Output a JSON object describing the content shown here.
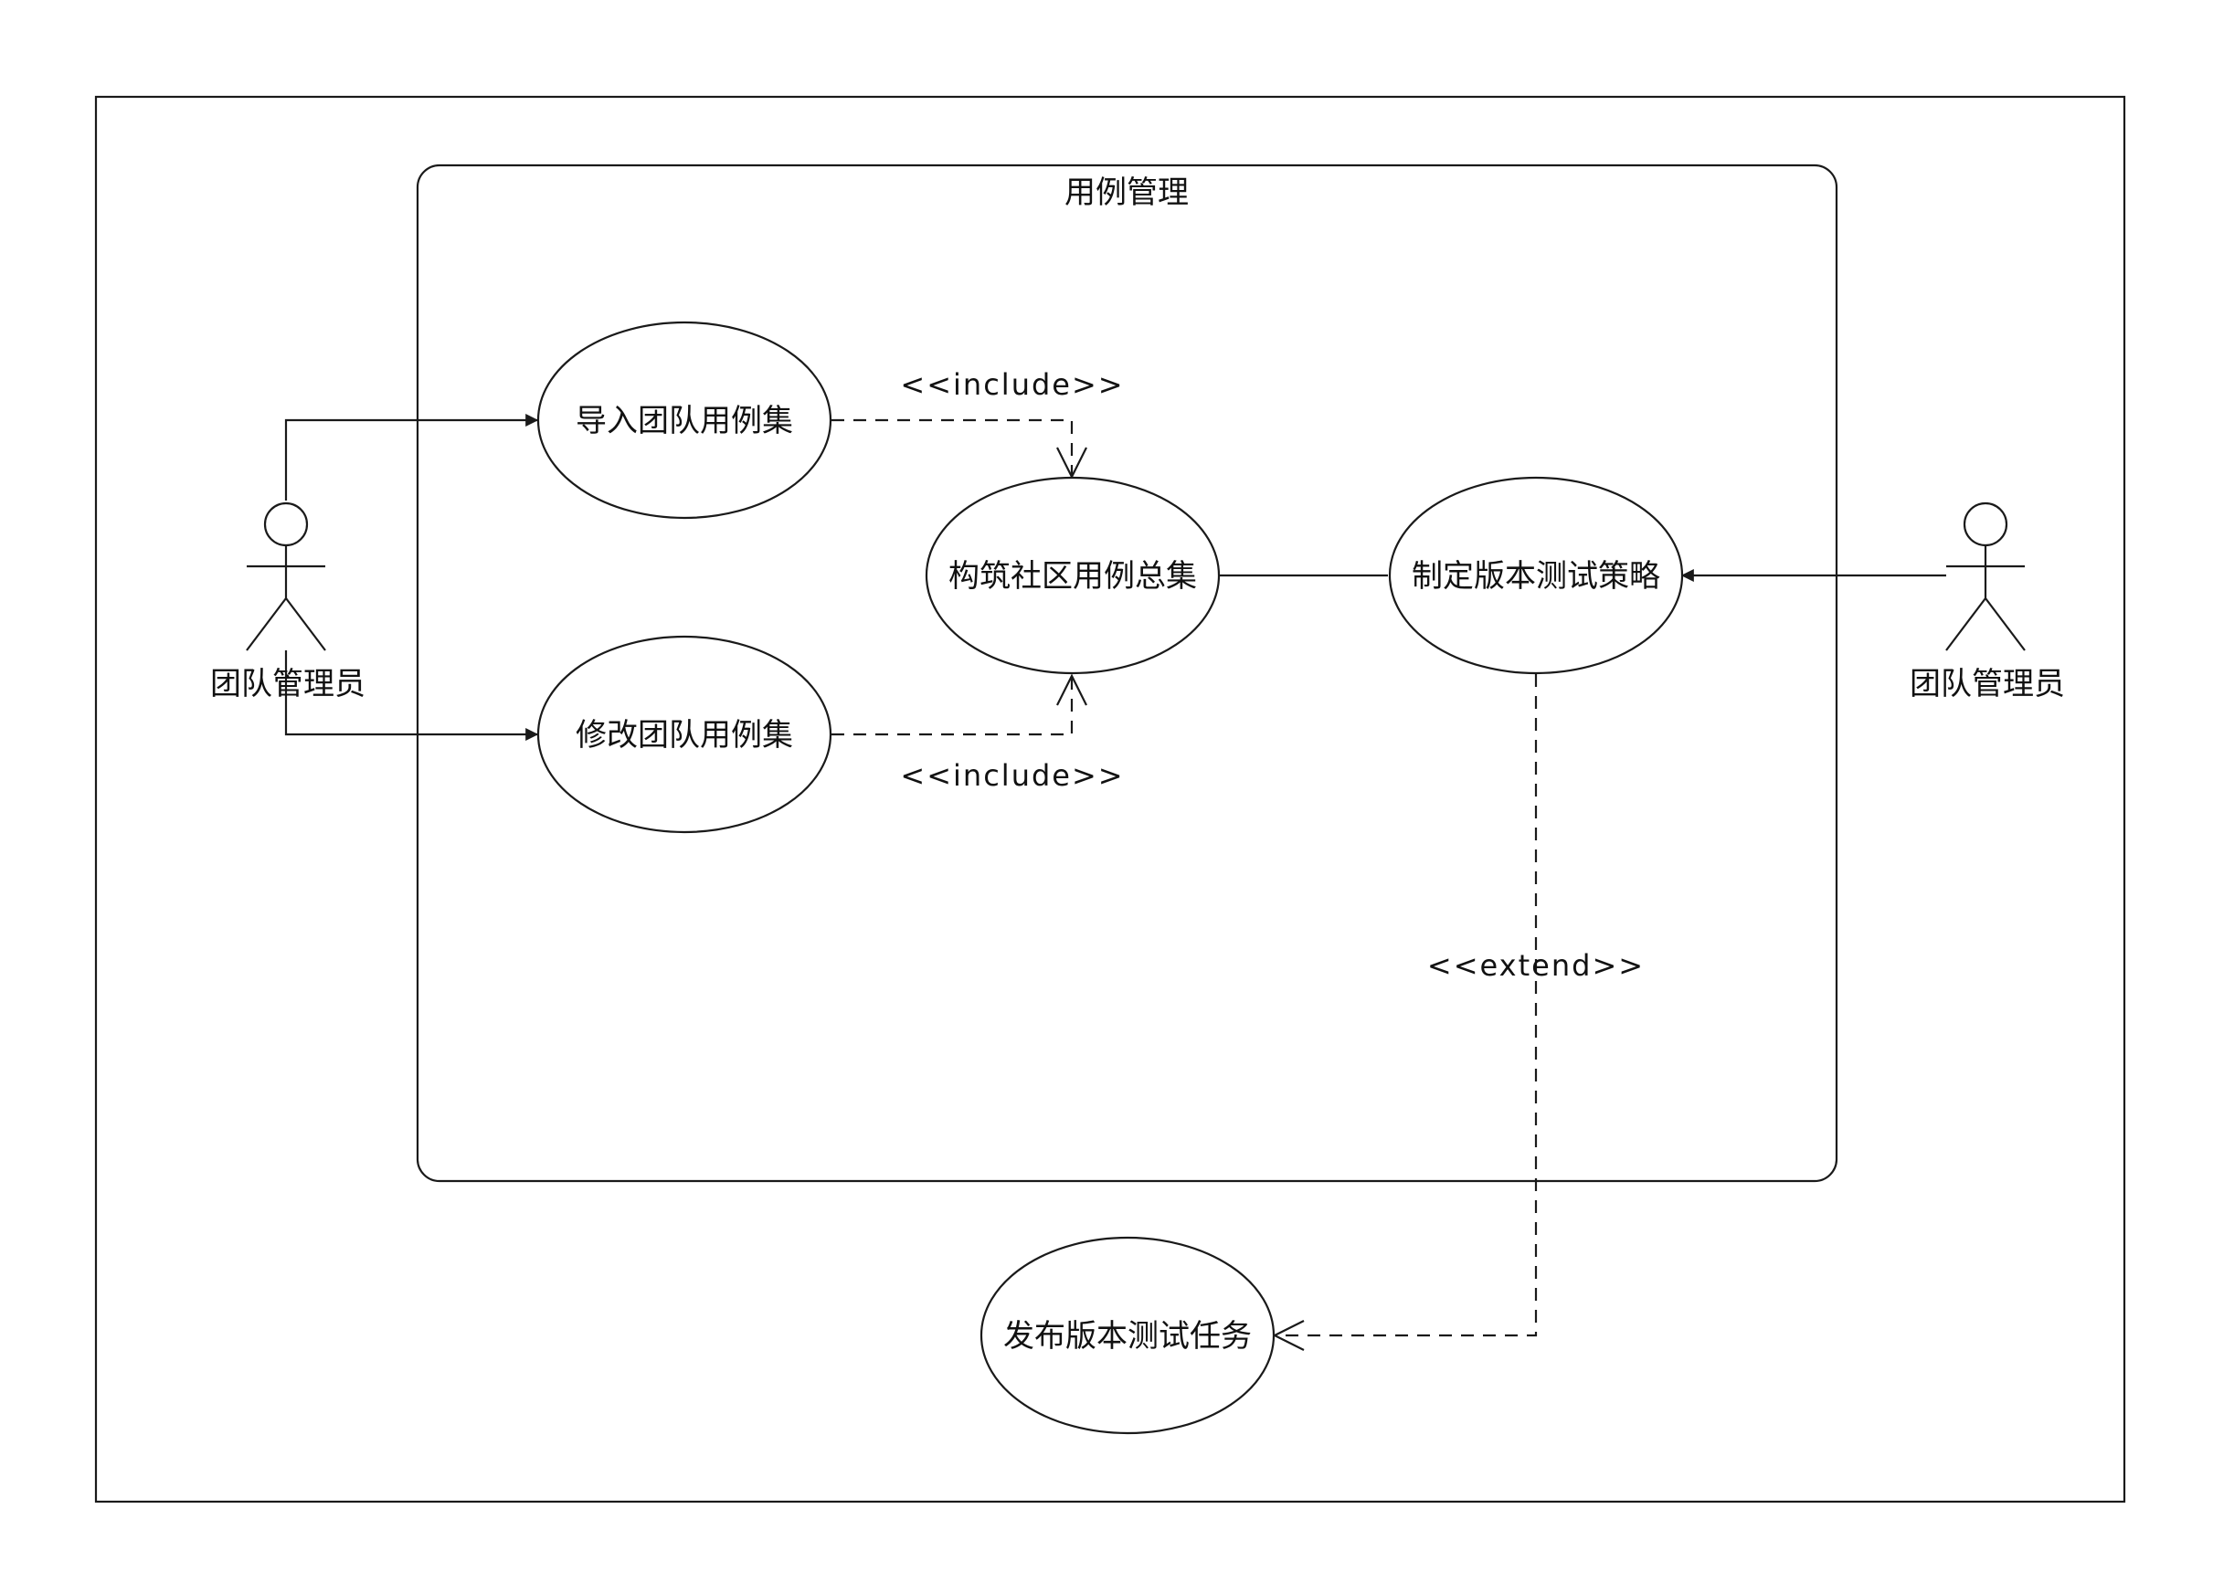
{
  "system": {
    "title": "用例管理"
  },
  "actors": {
    "left": {
      "label": "团队管理员"
    },
    "right": {
      "label": "团队管理员"
    }
  },
  "use_cases": {
    "import_set": "导入团队用例集",
    "modify_set": "修改团队用例集",
    "build_collection": "构筑社区用例总集",
    "define_strategy": "制定版本测试策略",
    "publish_task": "发布版本测试任务"
  },
  "relations": {
    "include_top": "<<include>>",
    "include_bottom": "<<include>>",
    "extend": "<<extend>>"
  }
}
